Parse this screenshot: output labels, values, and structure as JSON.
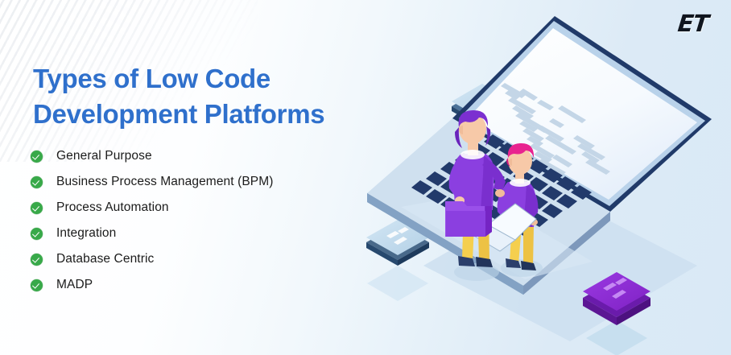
{
  "brand": {
    "logo_text": "ET"
  },
  "headline": {
    "text": "Types of Low Code\nDevelopment Platforms"
  },
  "features": [
    {
      "label": "General Purpose"
    },
    {
      "label": "Business Process Management (BPM)"
    },
    {
      "label": "Process Automation"
    },
    {
      "label": "Integration"
    },
    {
      "label": "Database Centric"
    },
    {
      "label": "MADP"
    }
  ],
  "colors": {
    "headline_blue": "#2f70cc",
    "check_green": "#38a949",
    "background_light_blue": "#dceaf6",
    "laptop_navy": "#23396b",
    "laptop_body": "#cfe0ef",
    "character_purple": "#8b3fe0",
    "character_yellow": "#f5cf4e",
    "accent_magenta": "#e8238f",
    "card_purple": "#8f2fd8",
    "text_dark": "#1b1b1b"
  },
  "illustration": {
    "name": "isometric-laptop-with-developers",
    "laptop_screen_code_lines": 22,
    "floating_cards": [
      {
        "name": "card-top",
        "color": "#b9d6ea"
      },
      {
        "name": "card-left",
        "color": "#c4dcee"
      },
      {
        "name": "card-bottom-purple",
        "color": "#8f2fd8"
      }
    ],
    "characters": [
      {
        "name": "standing-developer",
        "hair": "#7b2fd0",
        "shirt": "#8b3fe0",
        "pants": "#f5cf4e",
        "holding": "folder"
      },
      {
        "name": "seated-developer",
        "hair": "#e8238f",
        "shirt": "#8b3fe0",
        "pants": "#f5cf4e",
        "holding": "laptop"
      }
    ]
  }
}
